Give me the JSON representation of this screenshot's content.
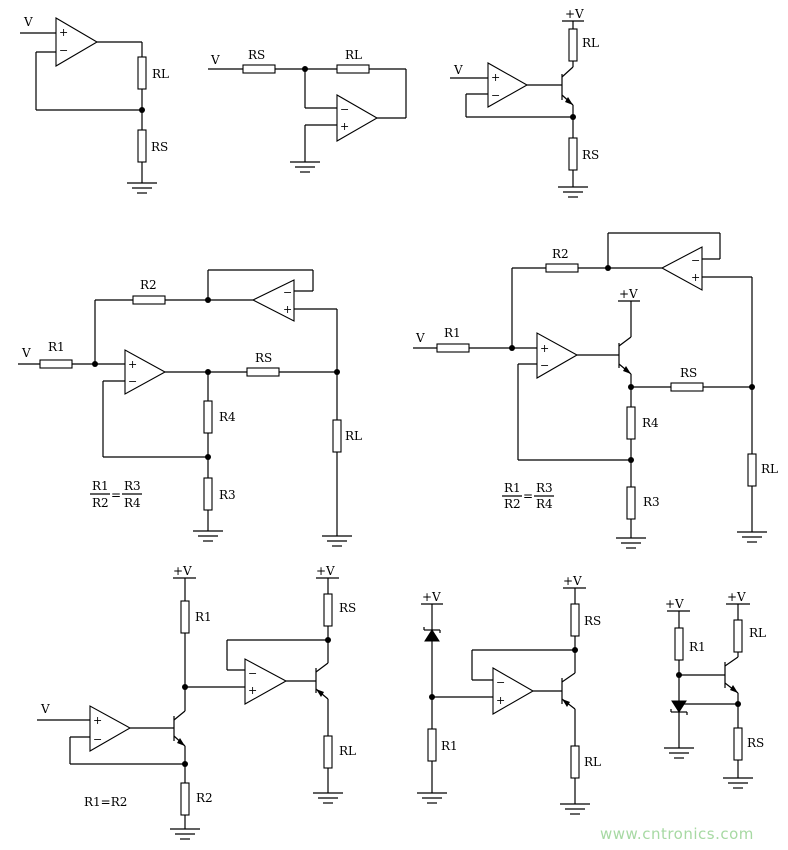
{
  "labels": {
    "v": "V",
    "rs": "RS",
    "rl": "RL",
    "r1": "R1",
    "r2": "R2",
    "r3": "R3",
    "r4": "R4",
    "plus_v": "+V",
    "plus": "+",
    "minus": "−"
  },
  "equations": {
    "ratio": {
      "n1": "R1",
      "d1": "R2",
      "eq": "=",
      "n2": "R3",
      "d2": "R4"
    },
    "equal": "R1=R2"
  },
  "watermark": "www.cntronics.com"
}
